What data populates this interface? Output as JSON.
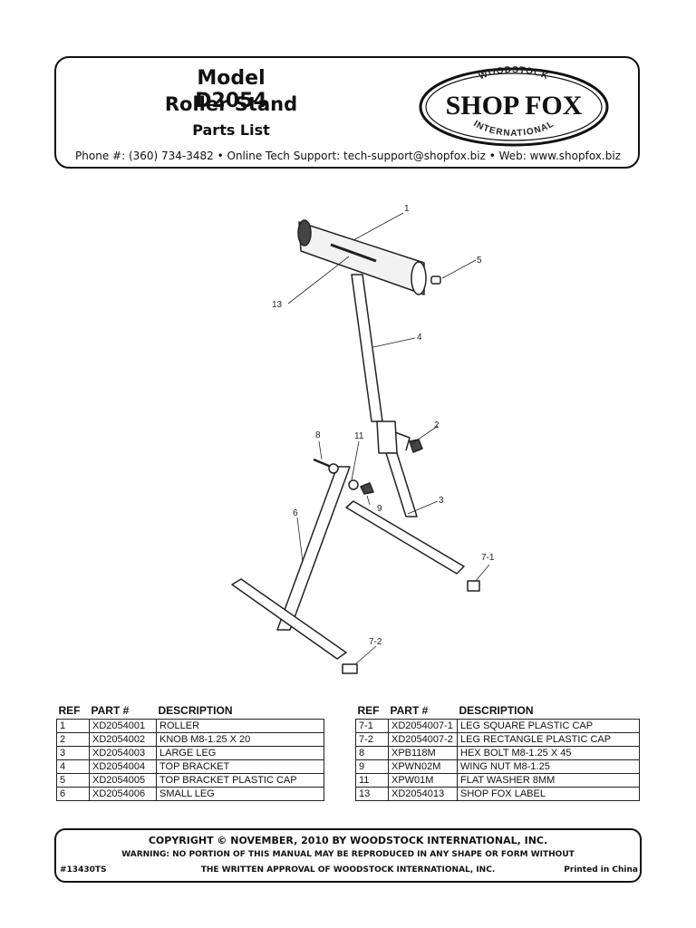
{
  "header": {
    "model": "Model D2054",
    "product": "Roller Stand",
    "subtitle": "Parts List",
    "contact": "Phone #: (360) 734-3482 • Online Tech Support: tech-support@shopfox.biz • Web: www.shopfox.biz",
    "logo": {
      "brand": "SHOP FOX",
      "top_text": "WOODSTOCK",
      "bottom_text": "INTERNATIONAL"
    }
  },
  "callouts": [
    "1",
    "5",
    "13",
    "4",
    "2",
    "8",
    "11",
    "9",
    "3",
    "6",
    "7-1",
    "7-2"
  ],
  "table_headers": [
    "REF",
    "PART #",
    "DESCRIPTION"
  ],
  "parts_left": [
    {
      "ref": "1",
      "part": "XD2054001",
      "desc": "ROLLER"
    },
    {
      "ref": "2",
      "part": "XD2054002",
      "desc": "KNOB M8-1.25 X 20"
    },
    {
      "ref": "3",
      "part": "XD2054003",
      "desc": "LARGE LEG"
    },
    {
      "ref": "4",
      "part": "XD2054004",
      "desc": "TOP BRACKET"
    },
    {
      "ref": "5",
      "part": "XD2054005",
      "desc": "TOP BRACKET PLASTIC CAP"
    },
    {
      "ref": "6",
      "part": "XD2054006",
      "desc": "SMALL LEG"
    }
  ],
  "parts_right": [
    {
      "ref": "7-1",
      "part": "XD2054007-1",
      "desc": "LEG SQUARE PLASTIC CAP"
    },
    {
      "ref": "7-2",
      "part": "XD2054007-2",
      "desc": "LEG RECTANGLE PLASTIC CAP"
    },
    {
      "ref": "8",
      "part": "XPB118M",
      "desc": "HEX BOLT M8-1.25 X 45"
    },
    {
      "ref": "9",
      "part": "XPWN02M",
      "desc": "WING NUT M8-1.25"
    },
    {
      "ref": "11",
      "part": "XPW01M",
      "desc": "FLAT WASHER 8MM"
    },
    {
      "ref": "13",
      "part": "XD2054013",
      "desc": "SHOP FOX LABEL"
    }
  ],
  "footer": {
    "copyright": "COPYRIGHT © NOVEMBER, 2010 BY WOODSTOCK INTERNATIONAL, INC.",
    "warning_line1": "WARNING: NO PORTION OF THIS MANUAL MAY BE REPRODUCED IN ANY SHAPE OR FORM WITHOUT",
    "warning_line2": "THE WRITTEN APPROVAL OF WOODSTOCK INTERNATIONAL, INC.",
    "doc_number": "#13430TS",
    "printed": "Printed in China"
  }
}
